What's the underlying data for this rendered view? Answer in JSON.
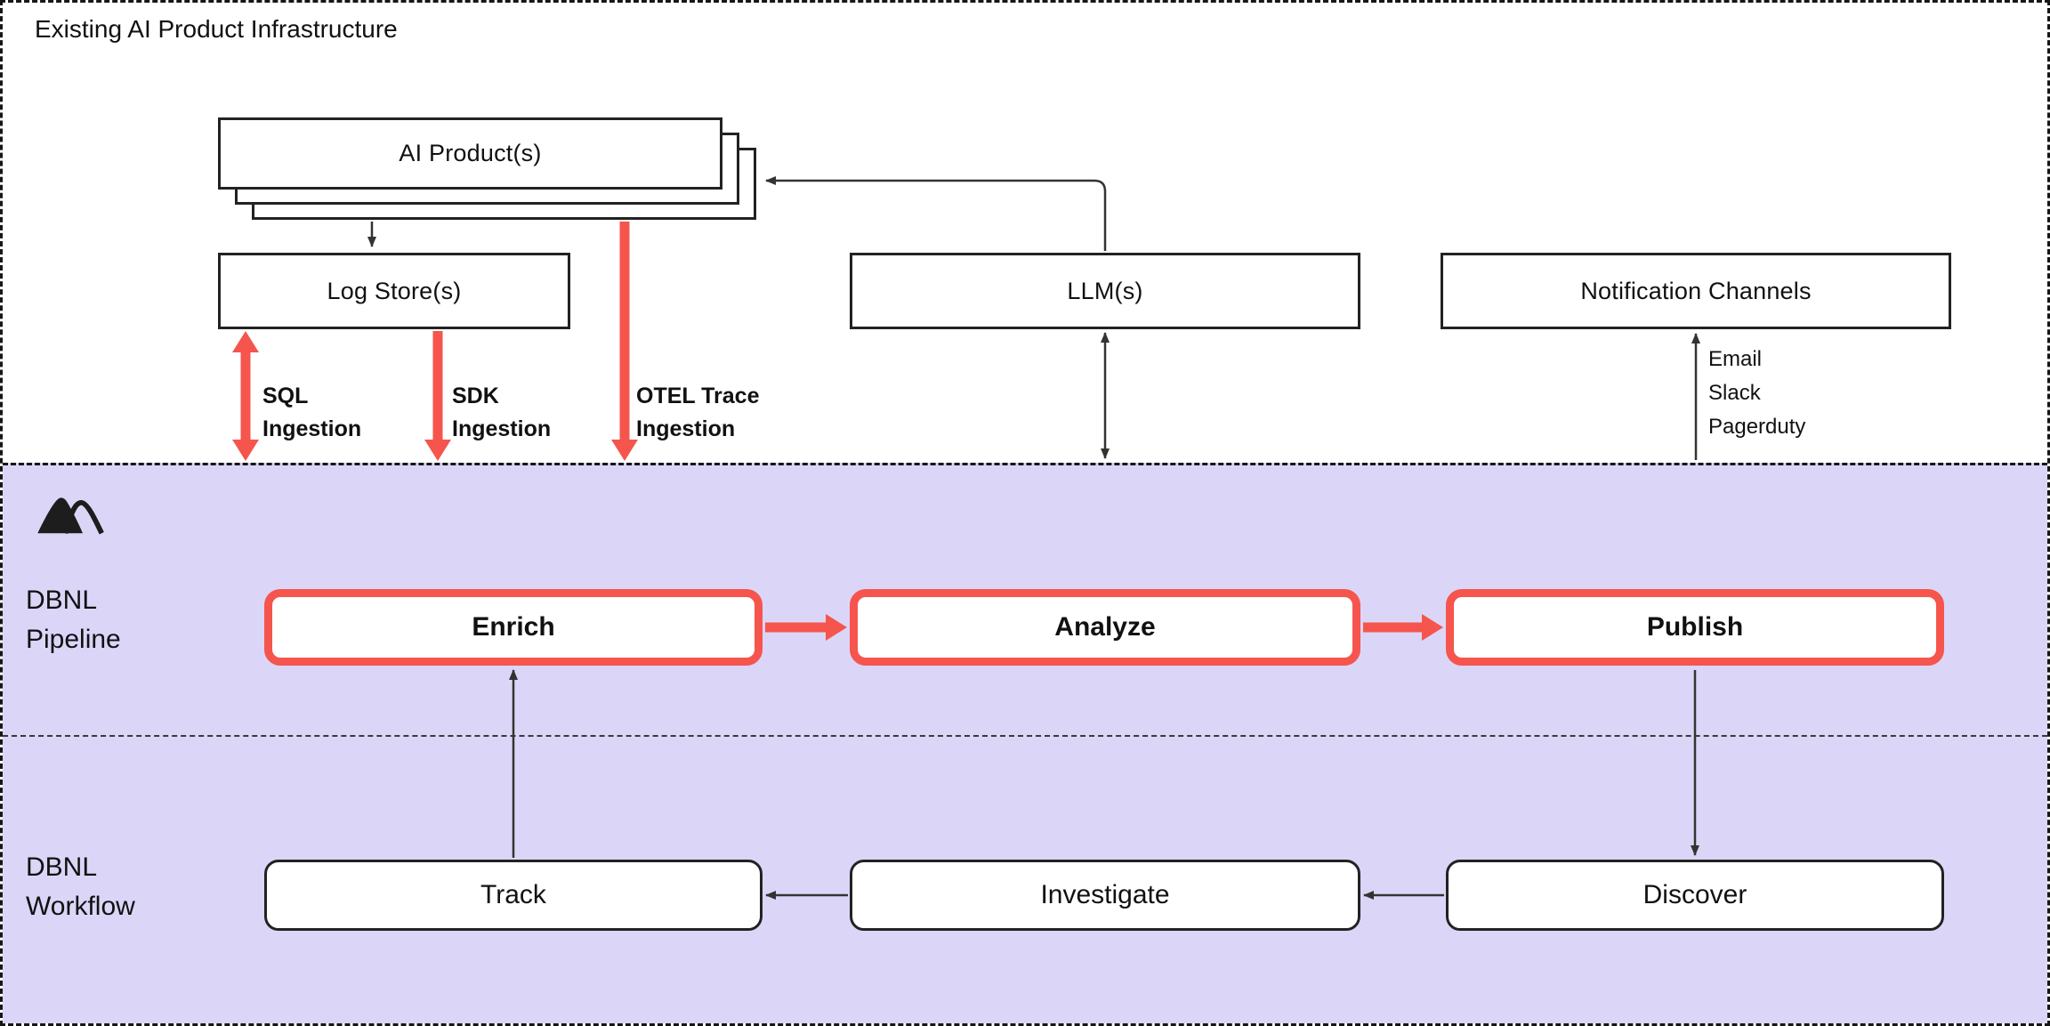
{
  "colors": {
    "accent_red": "#f5554d",
    "section_background": "#dbd6f8",
    "line_color": "#333333"
  },
  "infrastructure": {
    "title": "Existing AI Product Infrastructure",
    "ai_products_label": "AI Product(s)",
    "log_stores_label": "Log Store(s)",
    "llms_label": "LLM(s)",
    "notification_channels_label": "Notification Channels",
    "ingestion": {
      "sql": "SQL\nIngestion",
      "sdk": "SDK\nIngestion",
      "otel": "OTEL Trace\nIngestion"
    },
    "notification_methods": [
      "Email",
      "Slack",
      "Pagerduty"
    ]
  },
  "pipeline": {
    "section_label": "DBNL\nPipeline",
    "logo_icon": "mountain-logo",
    "stages": [
      "Enrich",
      "Analyze",
      "Publish"
    ]
  },
  "workflow": {
    "section_label": "DBNL\nWorkflow",
    "steps": [
      "Track",
      "Investigate",
      "Discover"
    ]
  }
}
